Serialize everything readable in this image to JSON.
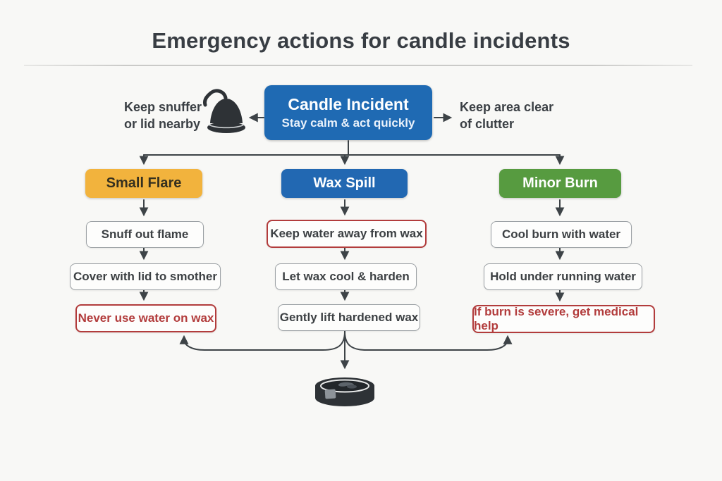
{
  "title": "Emergency actions for candle incidents",
  "root": {
    "title": "Candle Incident",
    "subtitle": "Stay calm & act quickly"
  },
  "side_notes": {
    "left": {
      "line1": "Keep snuffer",
      "line2": "or lid nearby",
      "icon": "candle-snuffer-icon"
    },
    "right": {
      "line1": "Keep area clear",
      "line2": "of clutter"
    }
  },
  "columns": [
    {
      "header": {
        "label": "Small Flare",
        "color": "#f2b33d"
      },
      "steps": [
        {
          "label": "Snuff out flame",
          "style": "normal"
        },
        {
          "label": "Cover with lid to smother",
          "style": "normal"
        },
        {
          "label": "Never use water on wax",
          "style": "danger"
        }
      ]
    },
    {
      "header": {
        "label": "Wax Spill",
        "color": "#2268b2"
      },
      "steps": [
        {
          "label": "Keep water away from wax",
          "style": "caution"
        },
        {
          "label": "Let wax cool & harden",
          "style": "normal"
        },
        {
          "label": "Gently lift hardened wax",
          "style": "normal"
        }
      ]
    },
    {
      "header": {
        "label": "Minor Burn",
        "color": "#579b40"
      },
      "steps": [
        {
          "label": "Cool burn with water",
          "style": "normal"
        },
        {
          "label": "Hold under running water",
          "style": "normal"
        },
        {
          "label": "If burn is severe, get medical help",
          "style": "danger"
        }
      ]
    }
  ],
  "end_icon": "extinguished-candle-tin-icon",
  "colors": {
    "background": "#f8f8f6",
    "blue": "#1f6ab3",
    "yellow": "#f2b33d",
    "green": "#579b40",
    "danger_red": "#b23c3c",
    "arrow": "#3d4347",
    "text_dark": "#33373b",
    "box_border": "#9ba0a4"
  }
}
